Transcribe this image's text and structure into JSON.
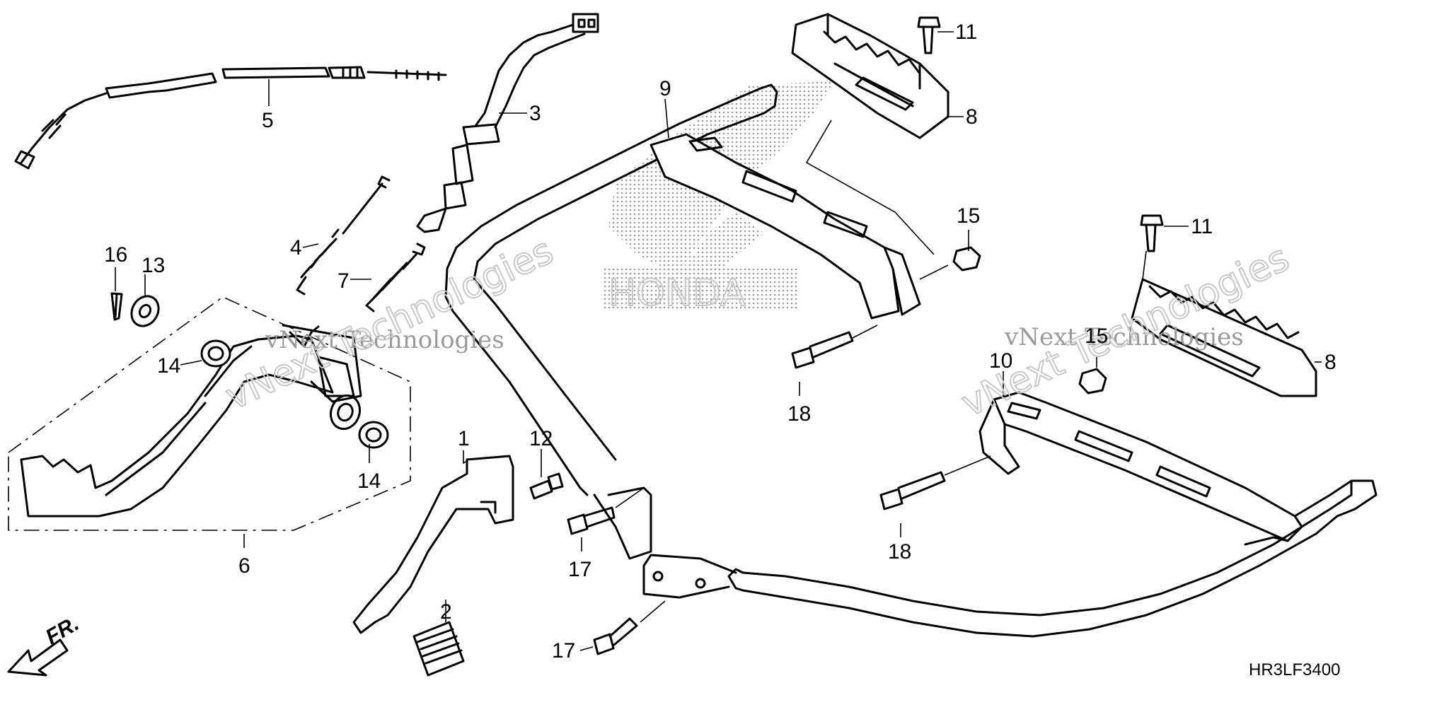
{
  "diagram": {
    "code": "HR3LF3400",
    "front_label": "FR.",
    "watermark_text": "vNext Technologies",
    "callouts": {
      "c1": "1",
      "c2": "2",
      "c3": "3",
      "c4": "4",
      "c5": "5",
      "c6": "6",
      "c7": "7",
      "c8a": "8",
      "c8b": "8",
      "c9": "9",
      "c10": "10",
      "c11a": "11",
      "c11b": "11",
      "c12": "12",
      "c13": "13",
      "c14a": "14",
      "c14b": "14",
      "c15a": "15",
      "c15b": "15",
      "c16": "16",
      "c17a": "17",
      "c17b": "17",
      "c18a": "18",
      "c18b": "18"
    }
  }
}
